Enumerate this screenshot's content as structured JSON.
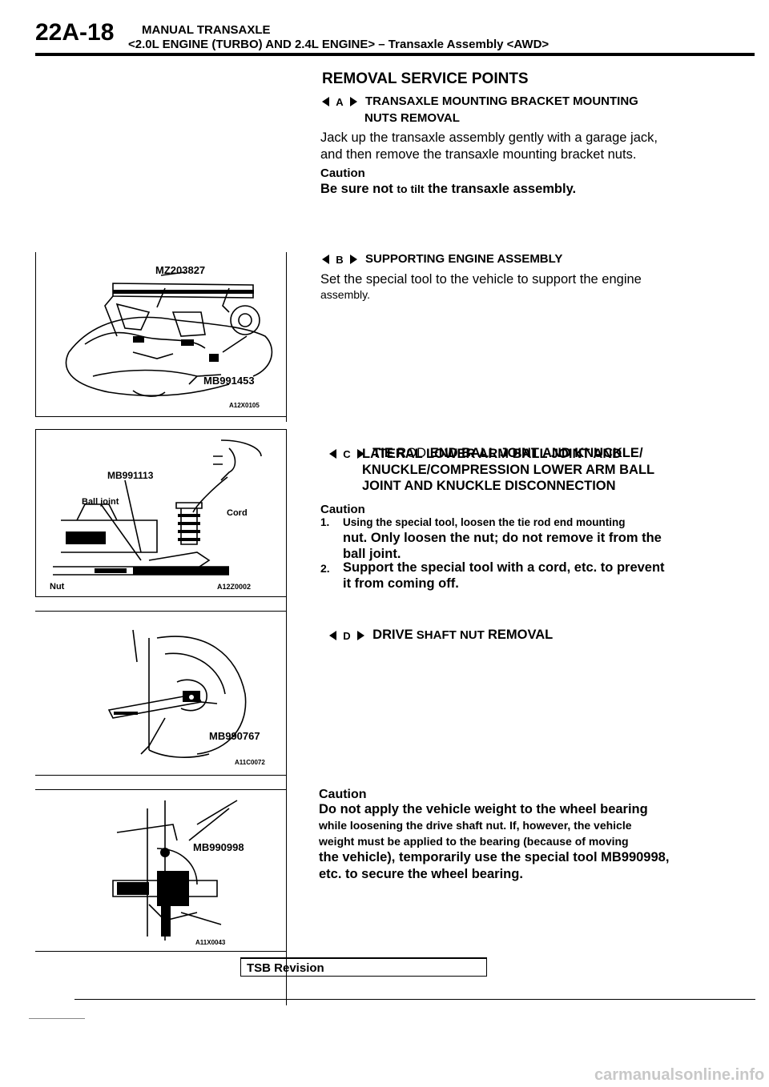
{
  "header": {
    "page_number": "22A-18",
    "title": "MANUAL TRANSAXLE",
    "subtitle": "<2.0L ENGINE (TURBO) AND 2.4L ENGINE> – Transaxle Assembly <AWD>"
  },
  "section": {
    "title": "REMOVAL SERVICE POINTS"
  },
  "items": {
    "a": {
      "badge": "A",
      "heading_line1": "TRANSAXLE MOUNTING BRACKET MOUNTING",
      "heading_line2": "NUTS REMOVAL",
      "body_line1": "Jack up the transaxle assembly gently with a garage jack,",
      "body_line2": "and then remove the transaxle mounting bracket nuts.",
      "caution_label": "Caution",
      "caution_pre": "Be sure not ",
      "caution_small": "to tilt",
      "caution_post": " the transaxle assembly."
    },
    "b": {
      "badge": "B",
      "heading": "SUPPORTING ENGINE ASSEMBLY",
      "body_line1": "Set the special tool to the vehicle to support the engine",
      "body_line2": "assembly."
    },
    "c": {
      "badge": "C",
      "heading_line1_bold_a": "TIE",
      "heading_line1_plain": " ROD ",
      "heading_line1_bold_b": "END BALL JOINT AND KNUCKLE/",
      "heading_line2": "LATERAL LOWER ARM BALL JOINT AND",
      "heading_line3": "KNUCKLE/COMPRESSION LOWER ARM BALL",
      "heading_line4": "JOINT AND KNUCKLE DISCONNECTION",
      "caution_label": "Caution",
      "step1_num": "1.",
      "step1_line1": "Using the special tool, loosen the tie rod end mounting",
      "step1_line2": "nut. Only loosen the nut; do not remove it from the",
      "step1_line3": "ball joint.",
      "step2_num": "2.",
      "step2_line1": "Support the special tool with a cord, etc. to prevent",
      "step2_line2": "it from coming off."
    },
    "d": {
      "badge": "D",
      "heading_a": "DRIVE",
      "heading_b": " SHAFT NUT ",
      "heading_c": "REMOVAL",
      "caution_label": "Caution",
      "line1": "Do not apply the vehicle weight to the wheel bearing",
      "line2": "while loosening the drive shaft nut. If, however, the vehicle",
      "line3": "weight must be applied to the bearing (because of moving",
      "line4": "the vehicle), temporarily use the special tool MB990998,",
      "line5": "etc. to secure the wheel bearing."
    }
  },
  "figures": {
    "fig1": {
      "tool_top": "MZ203827",
      "tool_bottom": "MB991453",
      "code": "A12X0105"
    },
    "fig2": {
      "tool": "MB991113",
      "ball_joint": "Ball joint",
      "cord": "Cord",
      "nut": "Nut",
      "code": "A12Z0002"
    },
    "fig3": {
      "tool": "MB990767",
      "code": "A11C0072"
    },
    "fig4": {
      "tool": "MB990998",
      "code": "A11X0043"
    }
  },
  "footer": {
    "tsb_label": "TSB Revision",
    "watermark": "carmanualsonline.info"
  }
}
